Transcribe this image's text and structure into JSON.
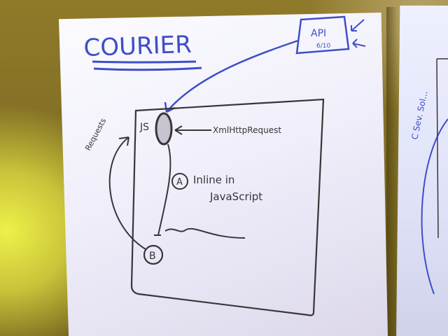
{
  "whiteboard": {
    "title": "COURIER",
    "api_box_text": "API",
    "api_box_subtext": "6/10",
    "js_label": "JS",
    "xhr_label": "XmlHttpRequest",
    "item_a_marker": "A",
    "item_a_line1": "Inline in",
    "item_a_line2": "JavaScript",
    "item_b_marker": "B",
    "requests_label": "Requests",
    "side_sheet_text": "C Sev. Sol..."
  },
  "colors": {
    "blue_marker": "#3f4ec8",
    "black_marker": "#3b3438"
  }
}
